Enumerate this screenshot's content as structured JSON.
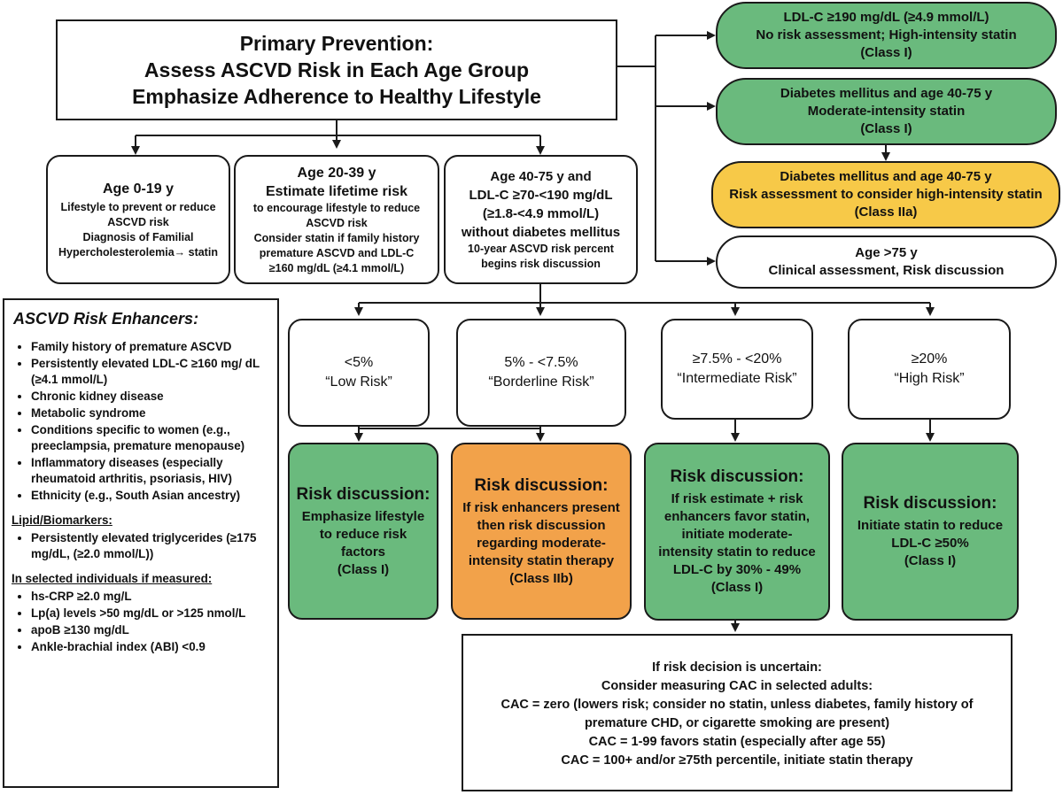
{
  "title": {
    "lines": [
      "Primary Prevention:",
      "Assess ASCVD Risk in Each Age Group",
      "Emphasize Adherence to Healthy Lifestyle"
    ]
  },
  "age_groups": {
    "a0_19": {
      "head": "Age 0-19 y",
      "lines": [
        "Lifestyle to prevent or reduce",
        "ASCVD risk",
        "Diagnosis of Familial",
        "Hypercholesterolemia→ statin"
      ]
    },
    "a20_39": {
      "head1": "Age 20-39 y",
      "head2": "Estimate lifetime risk",
      "lines": [
        "to encourage lifestyle to reduce",
        "ASCVD risk",
        "Consider statin if family history",
        "premature ASCVD and LDL-C",
        "≥160 mg/dL (≥4.1 mmol/L)"
      ]
    },
    "a40_75": {
      "head": [
        "Age 40-75 y and",
        "LDL-C ≥70-<190 mg/dL",
        "(≥1.8-<4.9 mmol/L)",
        "without diabetes mellitus"
      ],
      "lines": [
        "10-year ASCVD risk percent",
        "begins risk discussion"
      ]
    }
  },
  "right_boxes": {
    "ldl190": [
      "LDL-C ≥190 mg/dL (≥4.9 mmol/L)",
      "No risk assessment; High-intensity statin",
      "(Class I)"
    ],
    "diabetes_mod": [
      "Diabetes mellitus and age 40-75 y",
      "Moderate-intensity statin",
      "(Class I)"
    ],
    "diabetes_high": [
      "Diabetes mellitus and age 40-75 y",
      "Risk assessment to consider high-intensity statin",
      "(Class IIa)"
    ],
    "age75": [
      "Age >75 y",
      "Clinical assessment, Risk discussion"
    ]
  },
  "risk_categories": [
    {
      "pct": "<5%",
      "label": "“Low Risk”"
    },
    {
      "pct": "5% - <7.5%",
      "label": "“Borderline Risk”"
    },
    {
      "pct": "≥7.5% - <20%",
      "label": "“Intermediate Risk”"
    },
    {
      "pct": "≥20%",
      "label": "“High Risk”"
    }
  ],
  "discussions": [
    {
      "head": "Risk discussion:",
      "lines": [
        "Emphasize lifestyle",
        "to reduce risk",
        "factors",
        "(Class I)"
      ]
    },
    {
      "head": "Risk discussion:",
      "lines": [
        "If risk enhancers present",
        "then risk discussion",
        "regarding moderate-",
        "intensity statin therapy",
        "(Class IIb)"
      ]
    },
    {
      "head": "Risk discussion:",
      "lines": [
        "If risk estimate + risk",
        "enhancers favor statin,",
        "initiate moderate-",
        "intensity statin to reduce",
        "LDL-C by 30% - 49%",
        "(Class I)"
      ]
    },
    {
      "head": "Risk discussion:",
      "lines": [
        "Initiate statin to reduce",
        "LDL-C ≥50%",
        "(Class I)"
      ]
    }
  ],
  "cac": {
    "lines": [
      "If risk decision is uncertain:",
      "Consider measuring CAC in selected adults:",
      "CAC = zero (lowers risk; consider no statin, unless diabetes, family history of",
      "premature CHD, or cigarette smoking are present)",
      "CAC = 1-99 favors statin (especially after age 55)",
      "CAC = 100+ and/or ≥75th percentile, initiate statin therapy"
    ]
  },
  "enhancers": {
    "title": "ASCVD Risk Enhancers:",
    "items": [
      "Family history of premature ASCVD",
      "Persistently elevated LDL-C ≥160 mg/ dL (≥4.1 mmol/L)",
      "Chronic kidney disease",
      "Metabolic syndrome",
      "Conditions specific to women (e.g., preeclampsia, premature menopause)",
      "Inflammatory diseases (especially rheumatoid arthritis, psoriasis, HIV)",
      "Ethnicity (e.g., South Asian ancestry)"
    ],
    "lipid_title": "Lipid/Biomarkers:",
    "lipid_items": [
      "Persistently elevated triglycerides (≥175 mg/dL,  (≥2.0 mmol/L))"
    ],
    "selected_title": "In selected individuals if measured:",
    "selected_items": [
      "hs-CRP ≥2.0 mg/L",
      "Lp(a) levels >50 mg/dL or >125 nmol/L",
      "apoB ≥130 mg/dL",
      "Ankle-brachial index (ABI) <0.9"
    ]
  },
  "colors": {
    "green": "#6aba7d",
    "yellow": "#f7c948",
    "orange": "#f2a24a",
    "line": "#1a1a1a"
  }
}
